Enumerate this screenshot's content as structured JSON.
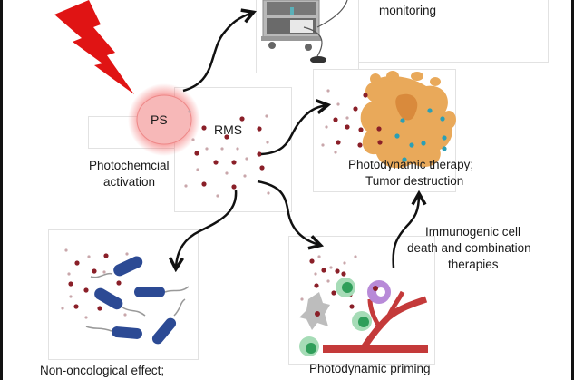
{
  "diagram": {
    "top_right": {
      "label_line2": "monitoring"
    },
    "ps_node": {
      "label": "PS"
    },
    "activation": {
      "line1": "Photochemcial",
      "line2": "activation"
    },
    "rms": {
      "label": "RMS"
    },
    "pdt": {
      "line1": "Photodynamic therapy;",
      "line2": "Tumor destruction"
    },
    "immuno": {
      "line1": "Immunogenic cell",
      "line2": "death and combination",
      "line3": "therapies"
    },
    "non_onco": {
      "line1": "Non-oncological effect;"
    },
    "priming": {
      "line1": "Photodynamic priming"
    },
    "colors": {
      "lightning": "#e01414",
      "ps_fill": "#f7b8b8",
      "ps_glow": "#f36a6a",
      "rms_dark": "#8a1f28",
      "rms_light": "#c9a7ab",
      "tumor": "#e9a95a",
      "tumor_core": "#d98a3c",
      "tumor_dots": "#2a9fb6",
      "bacteria": "#2c4a94",
      "vessel": "#c43a3a",
      "tcell": "#2f9e5a",
      "dendritic": "#9c5cc6",
      "macrophage": "#bdbdbd",
      "arrow": "#111111"
    }
  }
}
